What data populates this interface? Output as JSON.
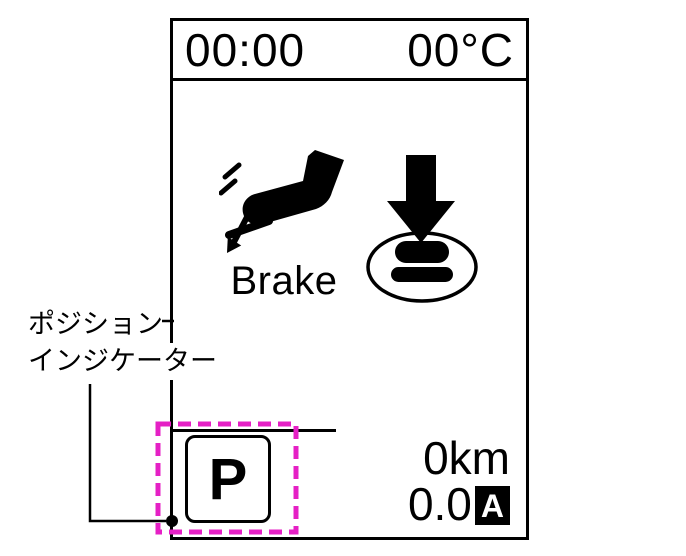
{
  "display": {
    "header": {
      "time": "00:00",
      "temperature": "00°C"
    },
    "graphics": {
      "brake_label": "Brake"
    },
    "position_indicator": "P",
    "trip": {
      "odometer": "0km",
      "trip_value": "0.0",
      "mode": "A"
    }
  },
  "callout": {
    "line1": "ポジション",
    "line2": "インジケーター"
  },
  "colors": {
    "highlight": "#e520c5",
    "ink": "#000000"
  },
  "icons": {
    "brake": "brake-pedal-icon",
    "button": "push-button-icon",
    "callout_marker": "callout-dot"
  }
}
